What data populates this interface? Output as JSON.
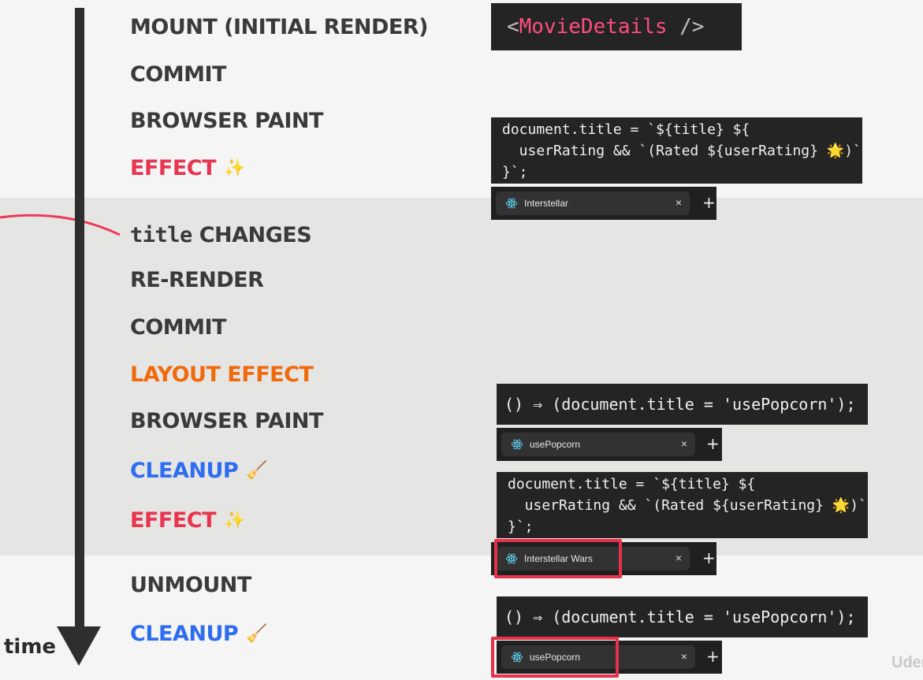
{
  "timeline": {
    "time_label": "time"
  },
  "steps": [
    {
      "text": "MOUNT (INITIAL RENDER)",
      "color": "#3a3a3a"
    },
    {
      "text": "COMMIT",
      "color": "#3a3a3a"
    },
    {
      "text": "BROWSER PAINT",
      "color": "#3a3a3a"
    },
    {
      "text": "EFFECT",
      "color": "#e8344e",
      "emoji": "✨"
    },
    {
      "code_word": "title",
      "text": "CHANGES",
      "color": "#3a3a3a"
    },
    {
      "text": "RE-RENDER",
      "color": "#3a3a3a"
    },
    {
      "text": "COMMIT",
      "color": "#3a3a3a"
    },
    {
      "text": "LAYOUT EFFECT",
      "color": "#f06a0c"
    },
    {
      "text": "BROWSER PAINT",
      "color": "#3a3a3a"
    },
    {
      "text": "CLEANUP",
      "color": "#2e6cf0",
      "emoji": "🧹"
    },
    {
      "text": "EFFECT",
      "color": "#e8344e",
      "emoji": "✨"
    },
    {
      "text": "UNMOUNT",
      "color": "#3a3a3a"
    },
    {
      "text": "CLEANUP",
      "color": "#2e6cf0",
      "emoji": "🧹"
    }
  ],
  "code": {
    "component": {
      "open": "<",
      "name": "MovieDetails",
      "close": " />"
    },
    "effect_1": {
      "line1_a": "document.title = `${title} ${",
      "line2_a": "  userRating && `(Rated ${userRating} 🌟)`",
      "line3_a": "}`;"
    },
    "cleanup_1": "() ⇒ (document.title = 'usePopcorn');",
    "effect_2": {
      "line1_a": "document.title = `${title} ${",
      "line2_a": "  userRating && `(Rated ${userRating} 🌟)`",
      "line3_a": "}`;"
    },
    "cleanup_2": "() ⇒ (document.title = 'usePopcorn');"
  },
  "tabs": [
    {
      "title": "Interstellar",
      "close": "×",
      "new": "+"
    },
    {
      "title": "usePopcorn",
      "close": "×",
      "new": "+"
    },
    {
      "title": "Interstellar Wars",
      "close": "×",
      "new": "+"
    },
    {
      "title": "usePopcorn",
      "close": "×",
      "new": "+"
    }
  ],
  "colors": {
    "effect": "#e8344e",
    "layout_effect": "#f06a0c",
    "cleanup": "#2e6cf0",
    "highlight": "#e6314a",
    "code_bg": "#242424"
  },
  "watermark": "Uden"
}
